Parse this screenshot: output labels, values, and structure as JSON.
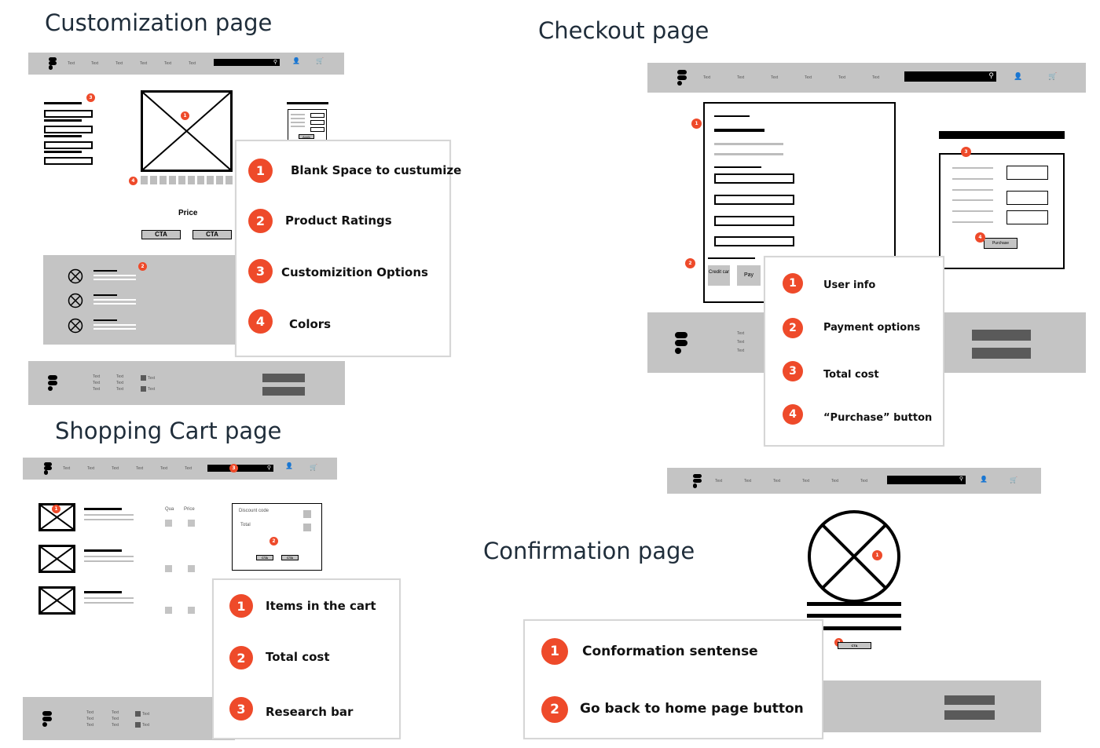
{
  "titles": {
    "customization": "Customization page",
    "checkout": "Checkout page",
    "cart": "Shopping Cart page",
    "confirmation": "Confirmation page"
  },
  "wire_text": {
    "nav": "Text",
    "price": "Price",
    "cta": "CTA",
    "apply": "Apply",
    "qua": "Qua",
    "price_col": "Price",
    "discount": "Discount code",
    "total": "Total",
    "credit": "Credit car",
    "applepay": "Pay",
    "purchase": "Purchase"
  },
  "customization_legend": [
    {
      "num": "1",
      "label": "Blank Space to custumize"
    },
    {
      "num": "2",
      "label": "Product Ratings"
    },
    {
      "num": "3",
      "label": "Customizition Options"
    },
    {
      "num": "4",
      "label": "Colors"
    }
  ],
  "checkout_legend": [
    {
      "num": "1",
      "label": "User info"
    },
    {
      "num": "2",
      "label": "Payment options"
    },
    {
      "num": "3",
      "label": "Total cost"
    },
    {
      "num": "4",
      "label": "“Purchase” button"
    }
  ],
  "cart_legend": [
    {
      "num": "1",
      "label": "Items in the cart"
    },
    {
      "num": "2",
      "label": "Total cost"
    },
    {
      "num": "3",
      "label": "Research bar"
    }
  ],
  "confirmation_legend": [
    {
      "num": "1",
      "label": "Conformation sentense"
    },
    {
      "num": "2",
      "label": "Go back to home page button"
    }
  ],
  "markers": {
    "m1": "1",
    "m2": "2",
    "m3": "3",
    "m4": "4"
  },
  "colors": {
    "accent": "#ee4a2a",
    "bar": "#c4c4c4",
    "text": "#1f2d3a"
  }
}
